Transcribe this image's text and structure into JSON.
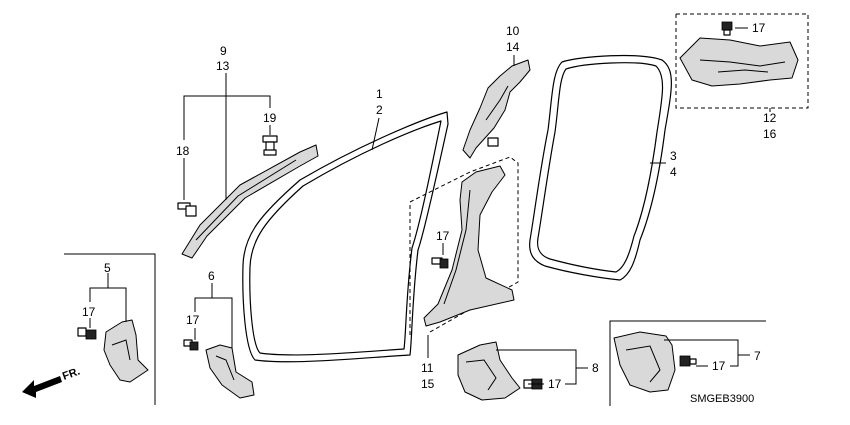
{
  "labels": {
    "l1": "1",
    "l2": "2",
    "l3": "3",
    "l4": "4",
    "l5": "5",
    "l6": "6",
    "l7": "7",
    "l8": "8",
    "l9": "9",
    "l13": "13",
    "l10": "10",
    "l14": "14",
    "l11": "11",
    "l15": "15",
    "l12": "12",
    "l16": "16",
    "l18": "18",
    "l19": "19",
    "l17a": "17",
    "l17b": "17",
    "l17c": "17",
    "l17d": "17",
    "l17e": "17",
    "l17f": "17"
  },
  "direction_label": "FR.",
  "diagram_code": "SMGEB3900"
}
